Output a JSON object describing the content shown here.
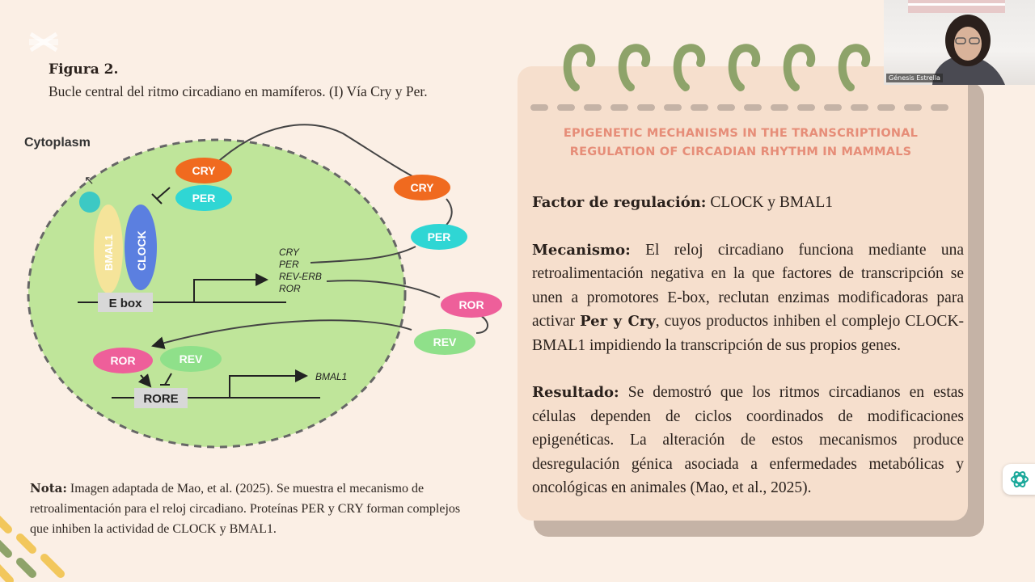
{
  "figure": {
    "title": "Figura 2.",
    "caption": "Bucle central del ritmo circadiano en mamíferos. (I) Vía Cry y Per."
  },
  "diagram": {
    "cytoplasm_label": "Cytoplasm",
    "nodes": {
      "cry_inner": "CRY",
      "per_inner": "PER",
      "bmal1": "BMAL1",
      "clock": "CLOCK",
      "ebox": "E box",
      "cry_outer": "CRY",
      "per_outer": "PER",
      "ror_outer": "ROR",
      "rev_outer": "REV",
      "ror_inner": "ROR",
      "rev_inner": "REV",
      "rore": "RORE"
    },
    "gene_labels": [
      "CRY",
      "PER",
      "REV-ERB",
      "ROR"
    ],
    "bmal1_gene": "BMAL1",
    "colors": {
      "cell": "#bfe59a",
      "cry": "#f06a1f",
      "per": "#2fd6d4",
      "ror": "#ee5f9a",
      "rev": "#8fe08a",
      "bmal1": "#f5e49a",
      "clock": "#5b7fe0"
    }
  },
  "note": {
    "label": "Nota:",
    "text": "Imagen adaptada de Mao, et al. (2025). Se muestra el mecanismo de retroalimentación para el reloj circadiano. Proteínas PER y CRY forman complejos que inhiben la actividad de CLOCK y BMAL1."
  },
  "card": {
    "title": "EPIGENETIC MECHANISMS IN THE TRANSCRIPTIONAL REGULATION OF CIRCADIAN RHYTHM IN MAMMALS",
    "factor_label": "Factor de regulación:",
    "factor_text": "CLOCK y BMAL1",
    "mecanismo_label": "Mecanismo:",
    "mecanismo_text_a": "El reloj circadiano funciona mediante una retroalimentación negativa en la que factores de transcripción se unen a promotores E-box, reclutan enzimas modificadoras para activar",
    "mecanismo_bold": "Per y Cry",
    "mecanismo_text_b": ", cuyos productos inhiben el complejo CLOCK-BMAL1 impidiendo la transcripción de sus propios genes.",
    "resultado_label": "Resultado:",
    "resultado_text": "Se demostró que los ritmos circadianos en estas células  dependen de ciclos coordinados de modificaciones epigenéticas. La alteración de estos mecanismos produce desregulación génica asociada a enfermedades metabólicas y oncológicas en animales (Mao, et al., 2025).",
    "accent": "#e68d78",
    "ring_color": "#8ea36a"
  },
  "webcam": {
    "participant_name": "Génesis Estrella"
  },
  "assistant_icon": "openai-logo-icon"
}
